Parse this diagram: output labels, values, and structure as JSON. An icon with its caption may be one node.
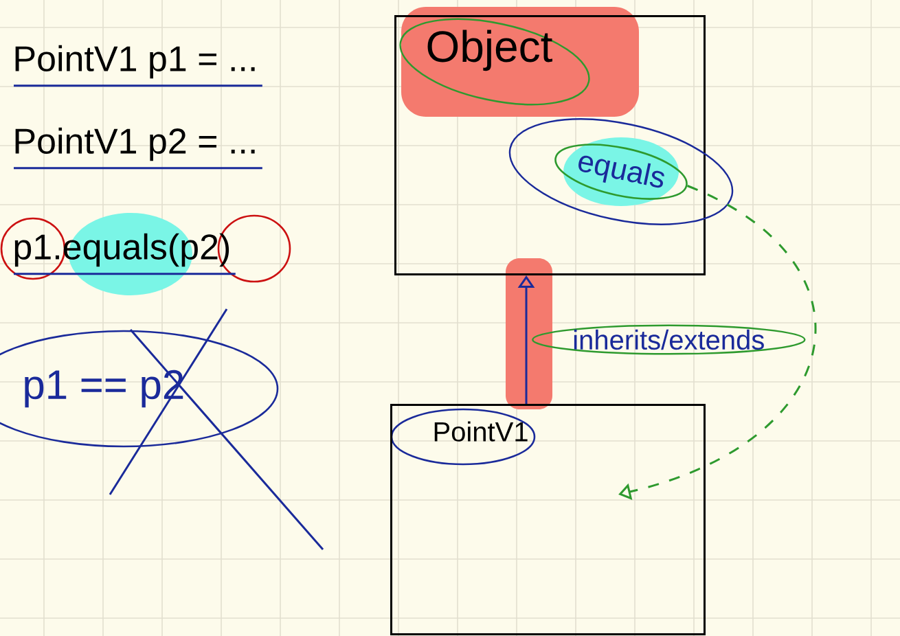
{
  "diagram": {
    "nodes": [
      {
        "text": [
          "Object"
        ]
      },
      {
        "text": [
          "equals"
        ],
        "in": 0
      },
      {
        "text": [
          "PointV1"
        ]
      }
    ],
    "edges": [
      {
        "from": 2,
        "to": 0,
        "arrow": "to",
        "label": "inherits/extends"
      },
      {
        "from": 1,
        "to": 2,
        "arrow": "to",
        "style": "dashed",
        "color": "#2e9a2e"
      }
    ],
    "labels": [
      "PointV1 p1 = ...",
      "PointV1 p2 = ...",
      "p1.equals(p2)",
      "p1 == p2"
    ]
  }
}
